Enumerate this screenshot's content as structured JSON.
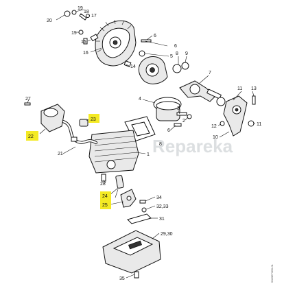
{
  "watermark": "Repareka",
  "drawing_code": "5000ET3B9-01",
  "highlight_color": "#f4ea24",
  "labels": {
    "n20": "20",
    "n19a": "19",
    "n18": "18",
    "n17": "17",
    "n19b": "19",
    "n15": "15",
    "n16": "16",
    "n14": "14",
    "n6a": "6",
    "n5": "5",
    "n8": "8",
    "n9": "9",
    "n7": "7",
    "n11a": "11",
    "n13": "13",
    "n12": "12",
    "n11b": "11",
    "n10": "10",
    "n27": "27",
    "n23": "23",
    "n22": "22",
    "n4": "4",
    "n3": "3",
    "n2": "2",
    "n6b": "6",
    "n21": "21",
    "n1": "1",
    "n28": "28",
    "n24": "24",
    "n25": "25",
    "n34": "34",
    "n3233": "32,33",
    "n31": "31",
    "n2930": "29,30",
    "n35": "35"
  }
}
